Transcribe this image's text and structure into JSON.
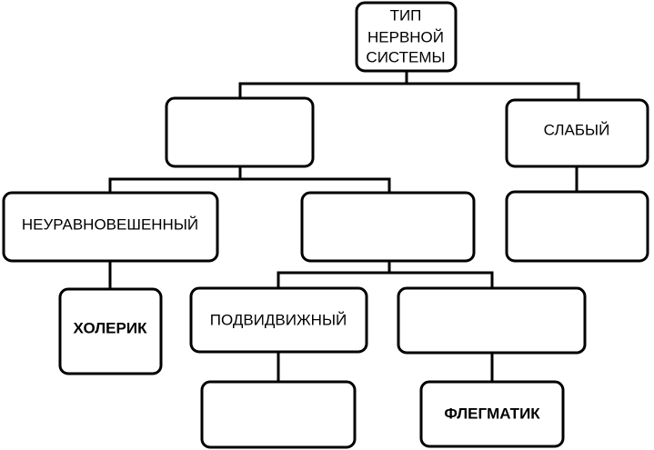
{
  "diagram": {
    "root": {
      "lines": [
        "ТИП",
        "НЕРВНОЙ",
        "СИСТЕМЫ"
      ]
    },
    "strong": {
      "label": ""
    },
    "weak": {
      "label": "СЛАБЫЙ"
    },
    "unbalanced": {
      "label": "НЕУРАВНОВЕШЕННЫЙ"
    },
    "balanced": {
      "label": ""
    },
    "weak_child": {
      "label": ""
    },
    "choleric": {
      "label": "ХОЛЕРИК"
    },
    "mobile": {
      "label": "ПОДВИДВИЖНЫЙ"
    },
    "inert": {
      "label": ""
    },
    "mobile_child": {
      "label": ""
    },
    "phlegmatic": {
      "label": "ФЛЕГМАТИК"
    }
  }
}
